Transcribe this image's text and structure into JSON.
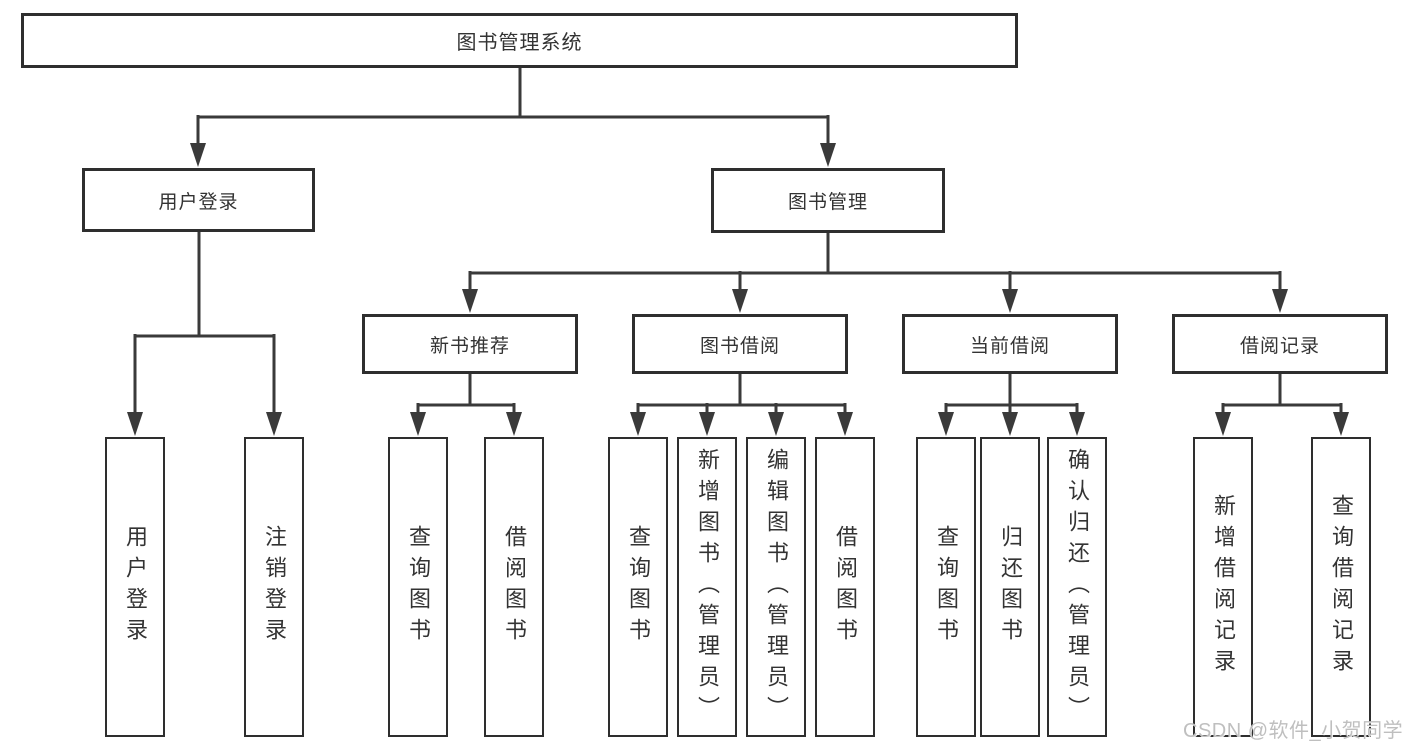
{
  "tree": {
    "root": {
      "label": "图书管理系统"
    },
    "branches": [
      {
        "label": "用户登录",
        "children": [
          {
            "label": "用户登录"
          },
          {
            "label": "注销登录"
          }
        ]
      },
      {
        "label": "图书管理",
        "children": [
          {
            "label": "新书推荐",
            "children": [
              {
                "label": "查询图书"
              },
              {
                "label": "借阅图书"
              }
            ]
          },
          {
            "label": "图书借阅",
            "children": [
              {
                "label": "查询图书"
              },
              {
                "label": "新增图书（管理员）"
              },
              {
                "label": "编辑图书（管理员）"
              },
              {
                "label": "借阅图书"
              }
            ]
          },
          {
            "label": "当前借阅",
            "children": [
              {
                "label": "查询图书"
              },
              {
                "label": "归还图书"
              },
              {
                "label": "确认归还（管理员）"
              }
            ]
          },
          {
            "label": "借阅记录",
            "children": [
              {
                "label": "新增借阅记录"
              },
              {
                "label": "查询借阅记录"
              }
            ]
          }
        ]
      }
    ]
  },
  "watermark": "CSDN @软件_小贺同学",
  "colors": {
    "line": "#3a3a3a",
    "border": "#2e2e2e",
    "text": "#333333",
    "background": "#ffffff",
    "watermark": "#bfbfbf"
  }
}
